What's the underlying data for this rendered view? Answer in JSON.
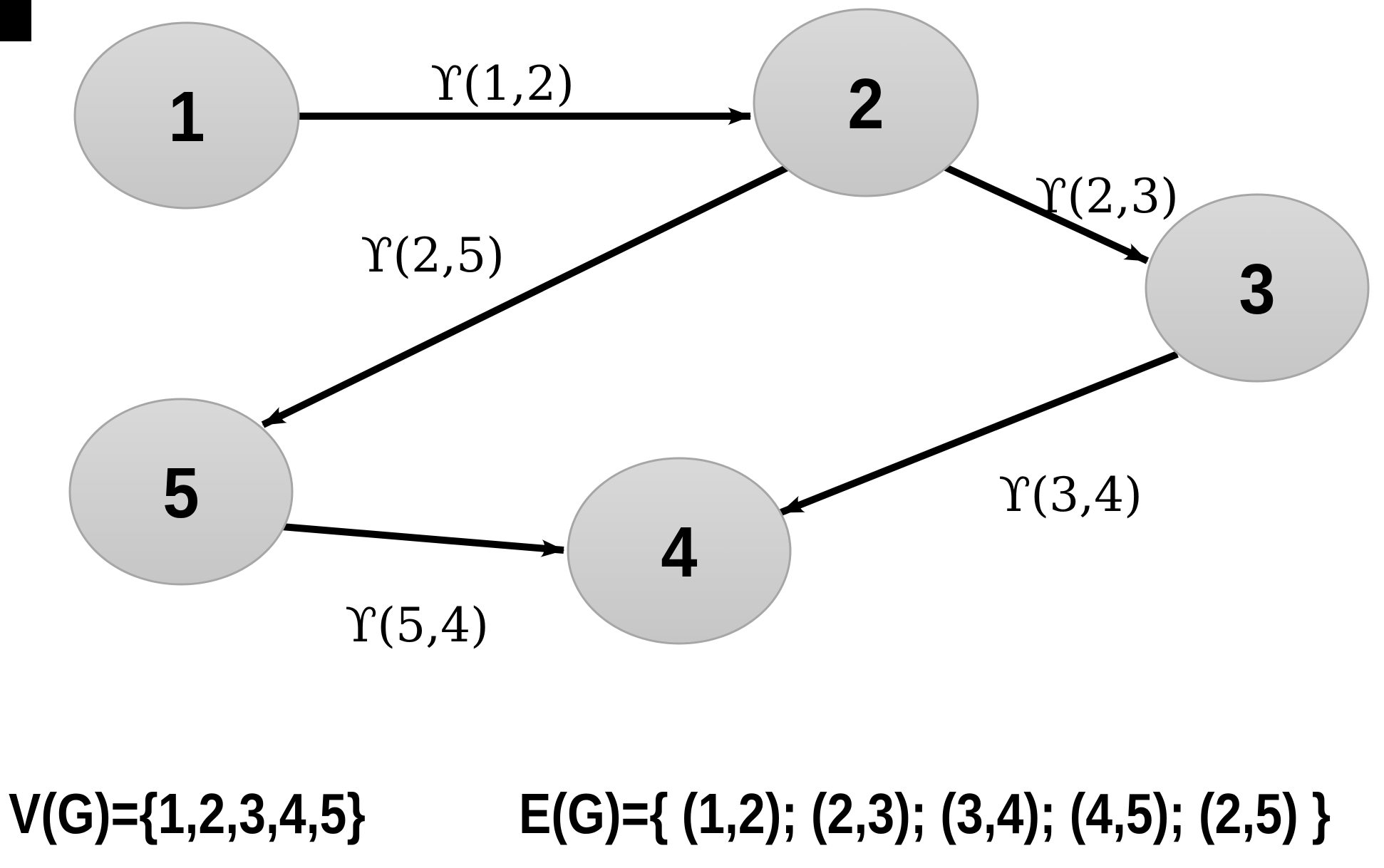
{
  "diagram": {
    "type": "directed-graph",
    "nodes": [
      {
        "id": "1",
        "label": "1"
      },
      {
        "id": "2",
        "label": "2"
      },
      {
        "id": "3",
        "label": "3"
      },
      {
        "id": "4",
        "label": "4"
      },
      {
        "id": "5",
        "label": "5"
      }
    ],
    "edges": [
      {
        "from": "1",
        "to": "2",
        "label": "ϒ(1,2)"
      },
      {
        "from": "2",
        "to": "3",
        "label": "ϒ(2,3)"
      },
      {
        "from": "2",
        "to": "5",
        "label": "ϒ(2,5)"
      },
      {
        "from": "3",
        "to": "4",
        "label": "ϒ(3,4)"
      },
      {
        "from": "5",
        "to": "4",
        "label": "ϒ(5,4)"
      }
    ]
  },
  "footer": {
    "vertex_set": "V(G)={1,2,3,4,5}",
    "edge_set": "E(G)={ (1,2); (2,3); (3,4); (4,5); (2,5) }"
  },
  "colors": {
    "background": "#ffffff",
    "node_fill_top": "#d9d9d9",
    "node_fill_bottom": "#c6c6c6",
    "node_border": "#a6a6a6",
    "edge_stroke": "#000000",
    "text": "#000000"
  }
}
